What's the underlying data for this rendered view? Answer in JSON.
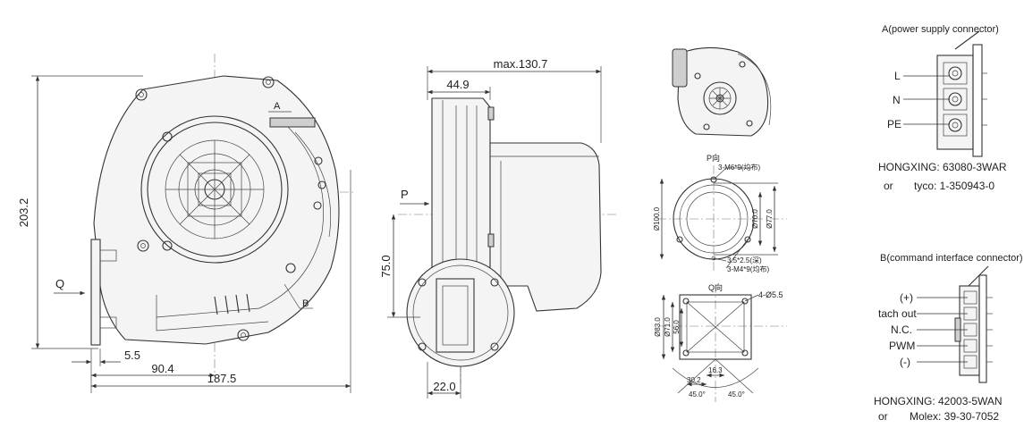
{
  "front_view": {
    "height_dim": "203.2",
    "width_dim": "187.5",
    "offset_dim_1": "5.5",
    "offset_dim_2": "90.4",
    "label_a": "A",
    "label_b": "B",
    "label_q": "Q"
  },
  "side_view": {
    "max_length": "max.130.7",
    "depth_dim": "44.9",
    "height_dim": "75.0",
    "outlet_dim": "22.0",
    "label_p": "P"
  },
  "p_view": {
    "title": "P向",
    "screw_note": "3-M6*9(均布)",
    "outer_dia": "Ø100.0",
    "dia_70": "Ø70.0",
    "dia_77": "Ø77.0",
    "depth_note": "3.5*2.5(深)",
    "screw_note_2": "3-M4*9(均布)"
  },
  "q_view": {
    "title": "Q向",
    "hole_note": "4-Ø5.5",
    "dia_83": "Ø83.0",
    "dia_71": "Ø71.0",
    "dim_56": "56.0",
    "dim_16": "16.3",
    "dim_30": "30.2",
    "angle_1": "45.0°",
    "angle_2": "45.0°"
  },
  "connector_a": {
    "title": "A(power supply connector)",
    "pins": [
      "L",
      "N",
      "PE"
    ],
    "part_line_1": "HONGXING: 63080-3WAR",
    "part_line_2_or": "or",
    "part_line_2": "tyco: 1-350943-0"
  },
  "connector_b": {
    "title": "B(command interface connector)",
    "pins": [
      "(+)",
      "tach out",
      "N.C.",
      "PWM",
      "(-)"
    ],
    "part_line_1": "HONGXING: 42003-5WAN",
    "part_line_2_or": "or",
    "part_line_2": "Molex: 39-30-7052"
  }
}
